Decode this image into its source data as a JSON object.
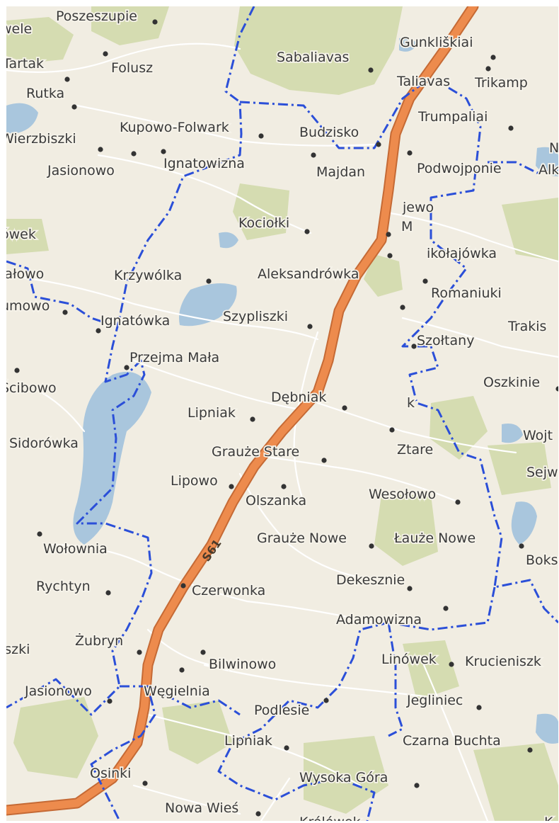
{
  "map": {
    "colors": {
      "background": "#f1ede2",
      "forest": "#d5dcb1",
      "water": "#a9c6dd",
      "motorway": "#ed8b4d",
      "motorway_casing": "#c56a35",
      "border": "#2b4fd8",
      "minor_road": "#ffffff"
    },
    "road_ref": "S61",
    "places": [
      {
        "name": "Poszeszupie"
      },
      {
        "name": "wele"
      },
      {
        "name": "Sabaliavas"
      },
      {
        "name": "Gunkliškiai"
      },
      {
        "name": "Tartak"
      },
      {
        "name": "Folusz"
      },
      {
        "name": "Taliavas"
      },
      {
        "name": "Trikamp"
      },
      {
        "name": "Rutka"
      },
      {
        "name": "Trumpaliai"
      },
      {
        "name": "Kupowo-Folwark"
      },
      {
        "name": "Budzisko"
      },
      {
        "name": "Wierzbiszki"
      },
      {
        "name": "N"
      },
      {
        "name": "Jasionowo"
      },
      {
        "name": "Ignatowizna"
      },
      {
        "name": "Majdan"
      },
      {
        "name": "Podwojponie"
      },
      {
        "name": "Alk"
      },
      {
        "name": "jewo"
      },
      {
        "name": "ówek"
      },
      {
        "name": "Kociołki"
      },
      {
        "name": "M"
      },
      {
        "name": "łałowo"
      },
      {
        "name": "Krzywólka"
      },
      {
        "name": "Aleksandrówka"
      },
      {
        "name": "ikołajówka"
      },
      {
        "name": "Romaniuki"
      },
      {
        "name": "umowo"
      },
      {
        "name": "Ignatówka"
      },
      {
        "name": "Szypliszki"
      },
      {
        "name": "Trakis"
      },
      {
        "name": "Szołtany"
      },
      {
        "name": "Przejma Mała"
      },
      {
        "name": "Ścibowo"
      },
      {
        "name": "Dębniak"
      },
      {
        "name": "Oszkinie"
      },
      {
        "name": "Lipniak"
      },
      {
        "name": "k"
      },
      {
        "name": "Wojt"
      },
      {
        "name": "Sidorówka"
      },
      {
        "name": "Grauże Stare"
      },
      {
        "name": "Ztare"
      },
      {
        "name": "Sejw"
      },
      {
        "name": "Lipowo"
      },
      {
        "name": "Olszanka"
      },
      {
        "name": "Wesołowo"
      },
      {
        "name": "Grauże Nowe"
      },
      {
        "name": "Łauże Nowe"
      },
      {
        "name": "Wołownia"
      },
      {
        "name": "Boks"
      },
      {
        "name": "Dekesznie"
      },
      {
        "name": "Rychtyn"
      },
      {
        "name": "Czerwonka"
      },
      {
        "name": "Adamowizna"
      },
      {
        "name": "Żubryn"
      },
      {
        "name": "iszki"
      },
      {
        "name": "Linówek"
      },
      {
        "name": "Krucieniszk"
      },
      {
        "name": "Bilwinowo"
      },
      {
        "name": "Jasionowo"
      },
      {
        "name": "Węgielnia"
      },
      {
        "name": "Jegliniec"
      },
      {
        "name": "Podlesie"
      },
      {
        "name": "Lipniak"
      },
      {
        "name": "Czarna Buchta"
      },
      {
        "name": "Osinki"
      },
      {
        "name": "Wysoka Góra"
      },
      {
        "name": "Nowa Wieś"
      },
      {
        "name": "Królówek"
      },
      {
        "name": "K"
      }
    ]
  }
}
